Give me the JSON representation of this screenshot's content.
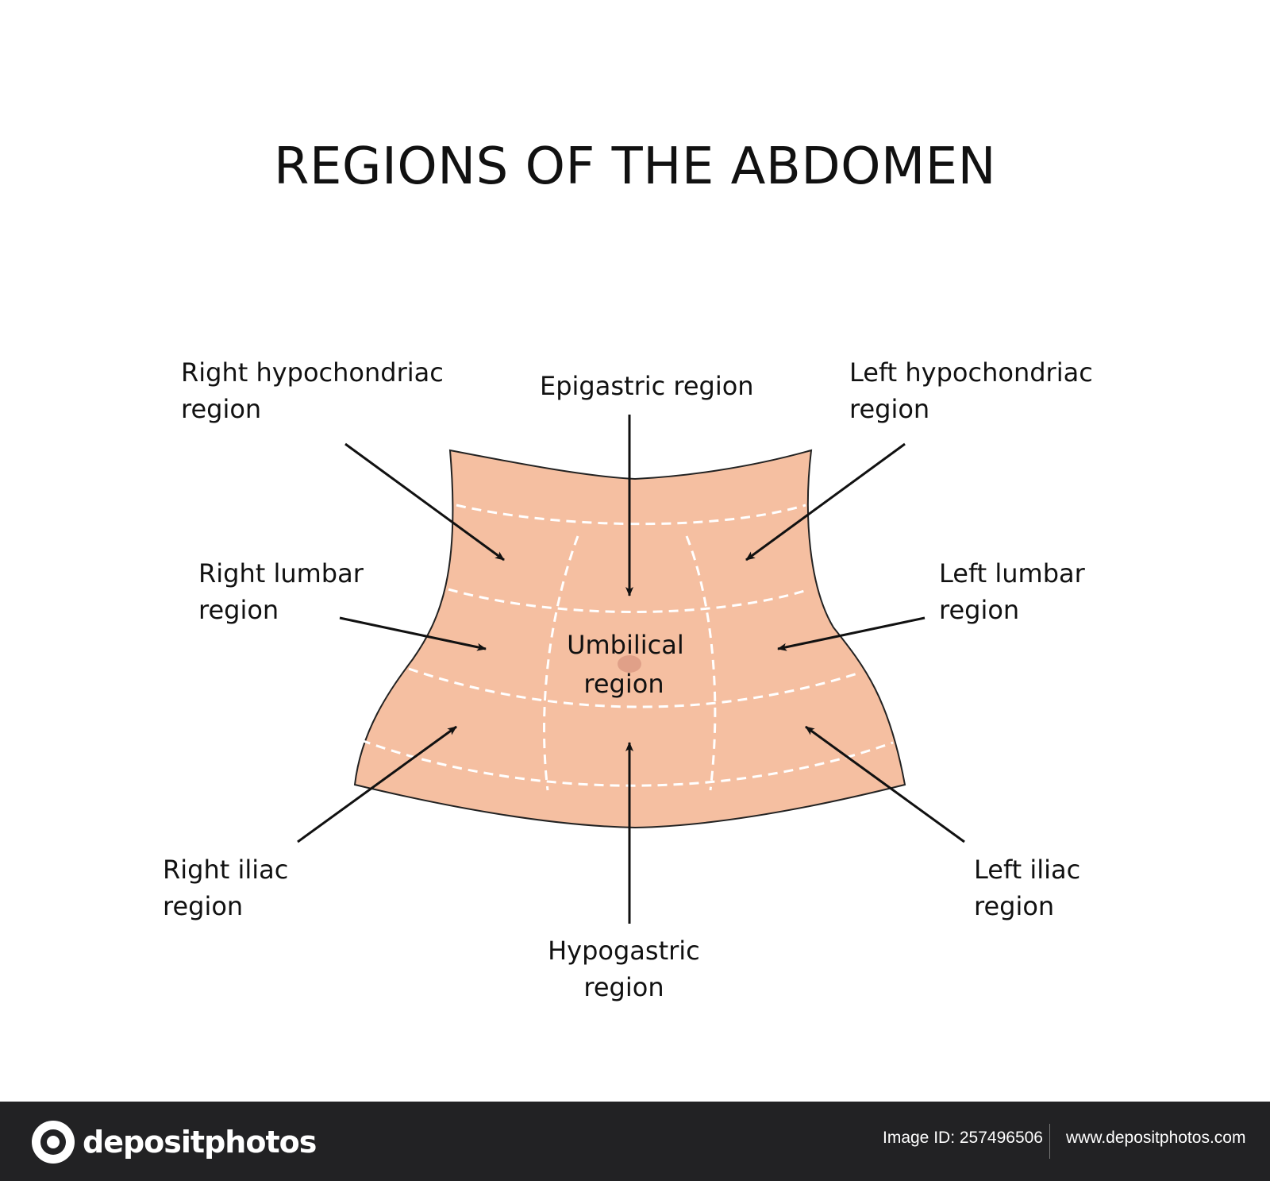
{
  "title": "REGIONS OF THE ABDOMEN",
  "colors": {
    "skin": "#f5bfa1",
    "outline": "#222222",
    "navel": "#e0a088",
    "arrow": "#111111"
  },
  "regions": {
    "right_hypochondriac": [
      "Right hypochondriac",
      "region"
    ],
    "epigastric": [
      "Epigastric region"
    ],
    "left_hypochondriac": [
      "Left hypochondriac",
      "region"
    ],
    "right_lumbar": [
      "Right lumbar",
      "region"
    ],
    "umbilical": [
      "Umbilical",
      "region"
    ],
    "left_lumbar": [
      "Left lumbar",
      "region"
    ],
    "right_iliac": [
      "Right iliac",
      "region"
    ],
    "hypogastric": [
      "Hypogastric",
      "region"
    ],
    "left_iliac": [
      "Left iliac",
      "region"
    ]
  },
  "footer": {
    "logo_text": "depositphotos",
    "image_id": "Image ID: 257496506",
    "website": "www.depositphotos.com"
  }
}
